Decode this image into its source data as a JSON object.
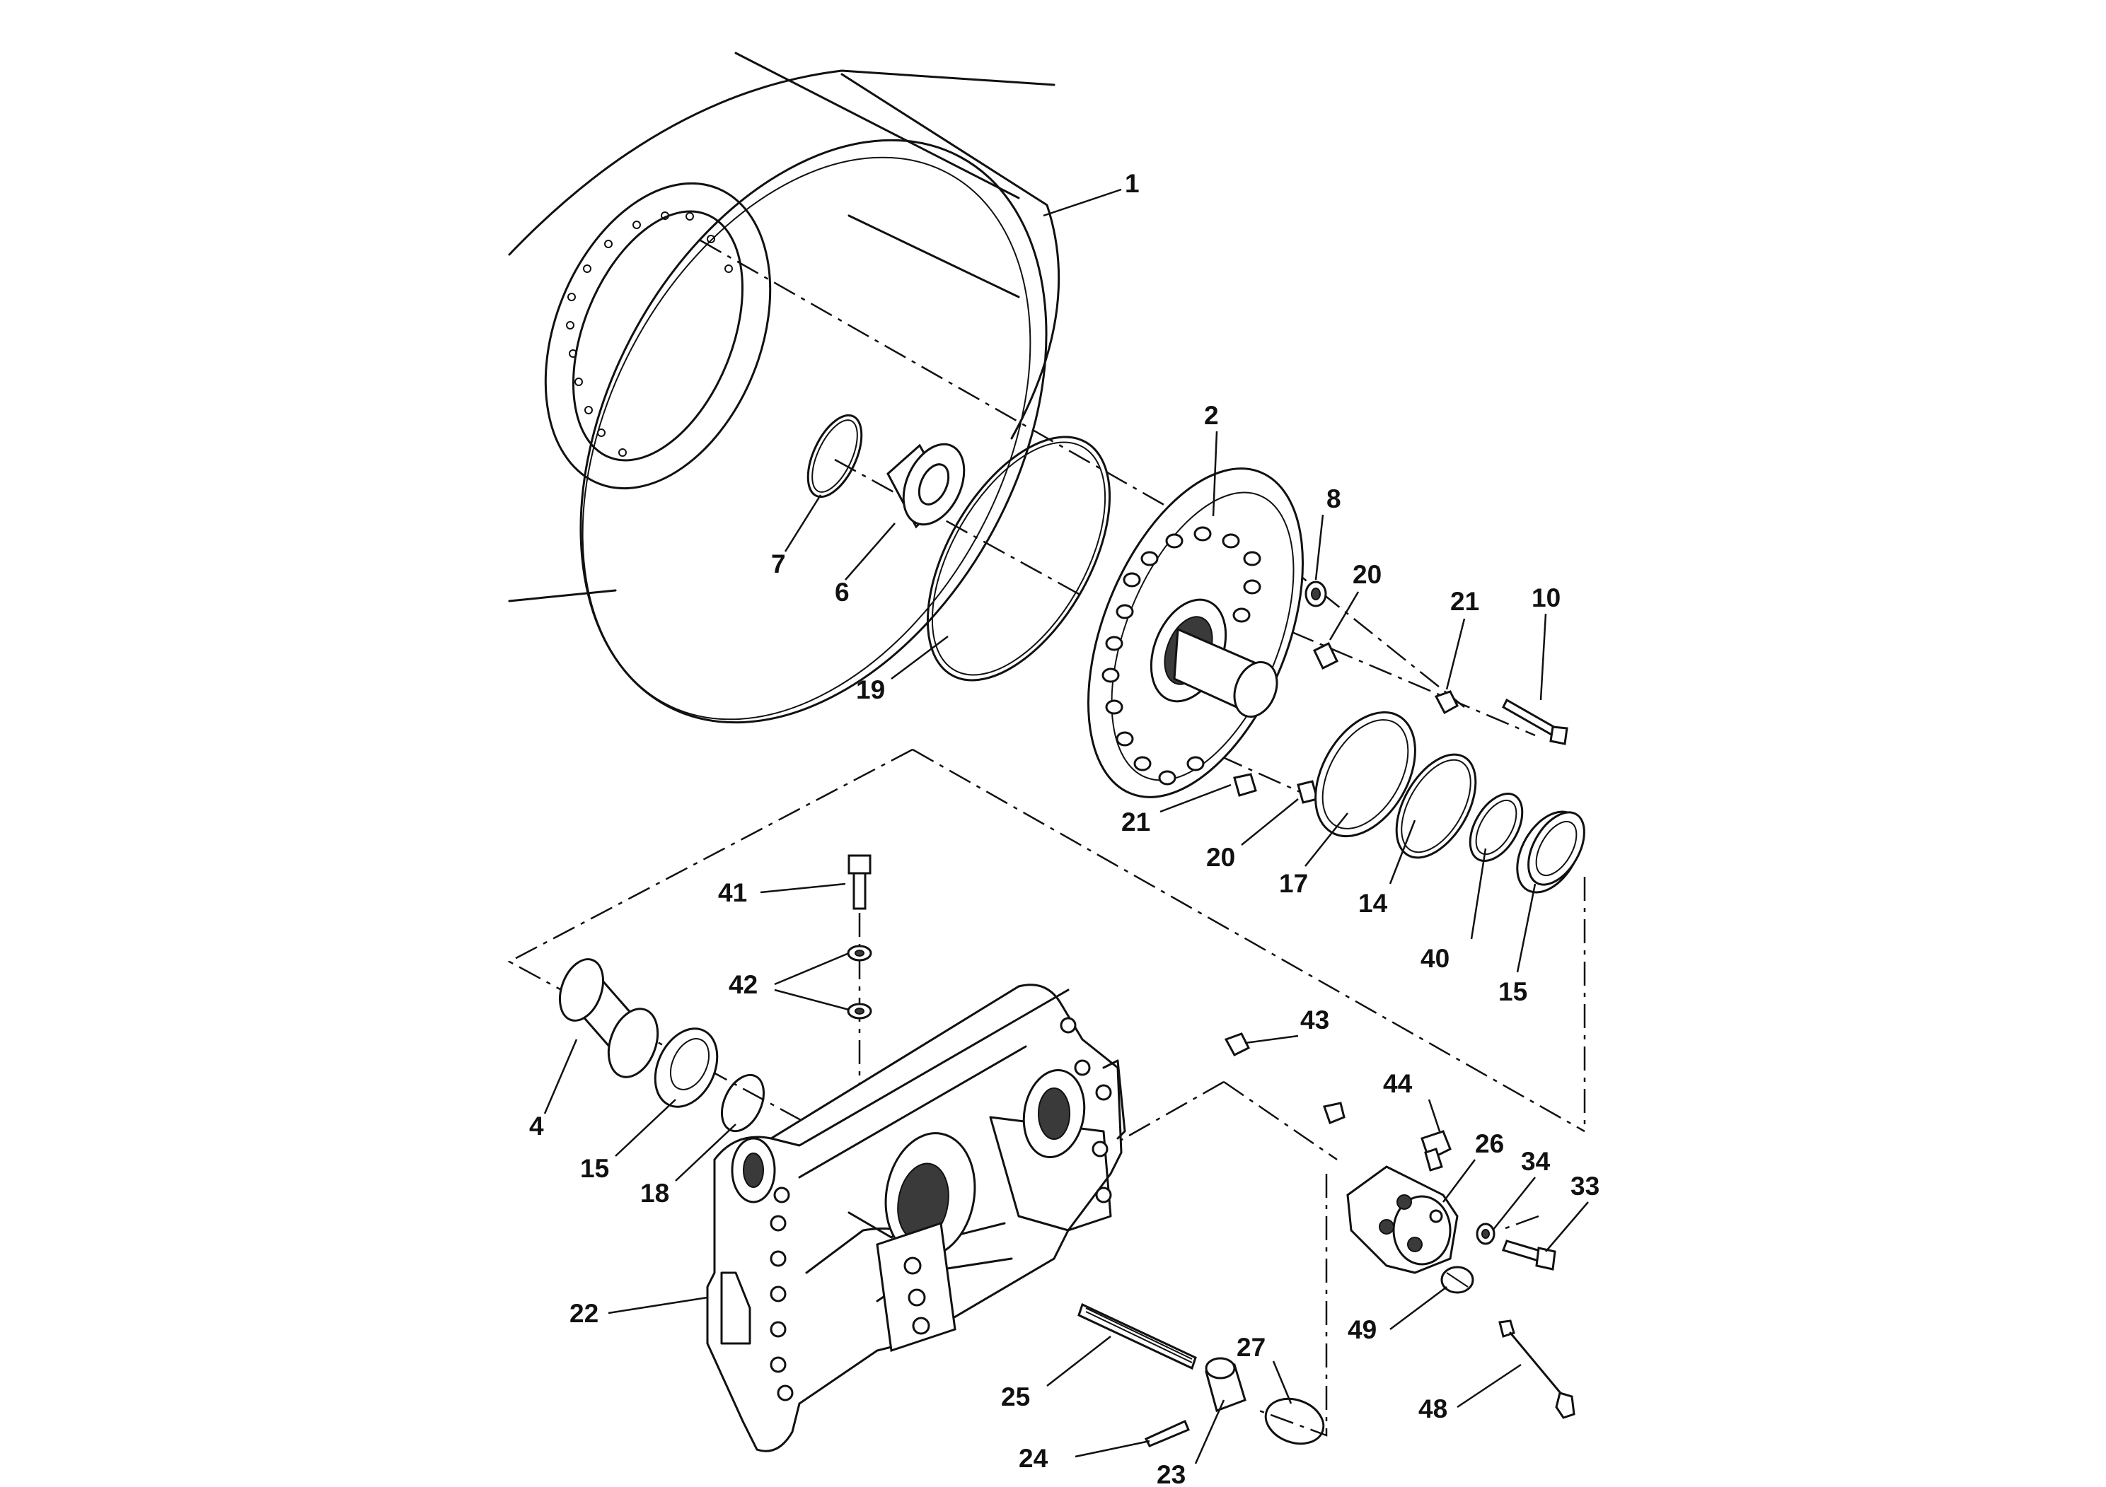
{
  "diagram": {
    "callouts": [
      {
        "id": "c1",
        "label": "1"
      },
      {
        "id": "c2",
        "label": "2"
      },
      {
        "id": "c4",
        "label": "4"
      },
      {
        "id": "c6",
        "label": "6"
      },
      {
        "id": "c7",
        "label": "7"
      },
      {
        "id": "c8",
        "label": "8"
      },
      {
        "id": "c10",
        "label": "10"
      },
      {
        "id": "c14",
        "label": "14"
      },
      {
        "id": "c15a",
        "label": "15"
      },
      {
        "id": "c15b",
        "label": "15"
      },
      {
        "id": "c17",
        "label": "17"
      },
      {
        "id": "c18",
        "label": "18"
      },
      {
        "id": "c19",
        "label": "19"
      },
      {
        "id": "c20a",
        "label": "20"
      },
      {
        "id": "c20b",
        "label": "20"
      },
      {
        "id": "c21a",
        "label": "21"
      },
      {
        "id": "c21b",
        "label": "21"
      },
      {
        "id": "c22",
        "label": "22"
      },
      {
        "id": "c23",
        "label": "23"
      },
      {
        "id": "c24",
        "label": "24"
      },
      {
        "id": "c25",
        "label": "25"
      },
      {
        "id": "c26",
        "label": "26"
      },
      {
        "id": "c27",
        "label": "27"
      },
      {
        "id": "c33",
        "label": "33"
      },
      {
        "id": "c34",
        "label": "34"
      },
      {
        "id": "c40",
        "label": "40"
      },
      {
        "id": "c41",
        "label": "41"
      },
      {
        "id": "c42",
        "label": "42"
      },
      {
        "id": "c43",
        "label": "43"
      },
      {
        "id": "c44",
        "label": "44"
      },
      {
        "id": "c48",
        "label": "48"
      },
      {
        "id": "c49",
        "label": "49"
      }
    ]
  }
}
